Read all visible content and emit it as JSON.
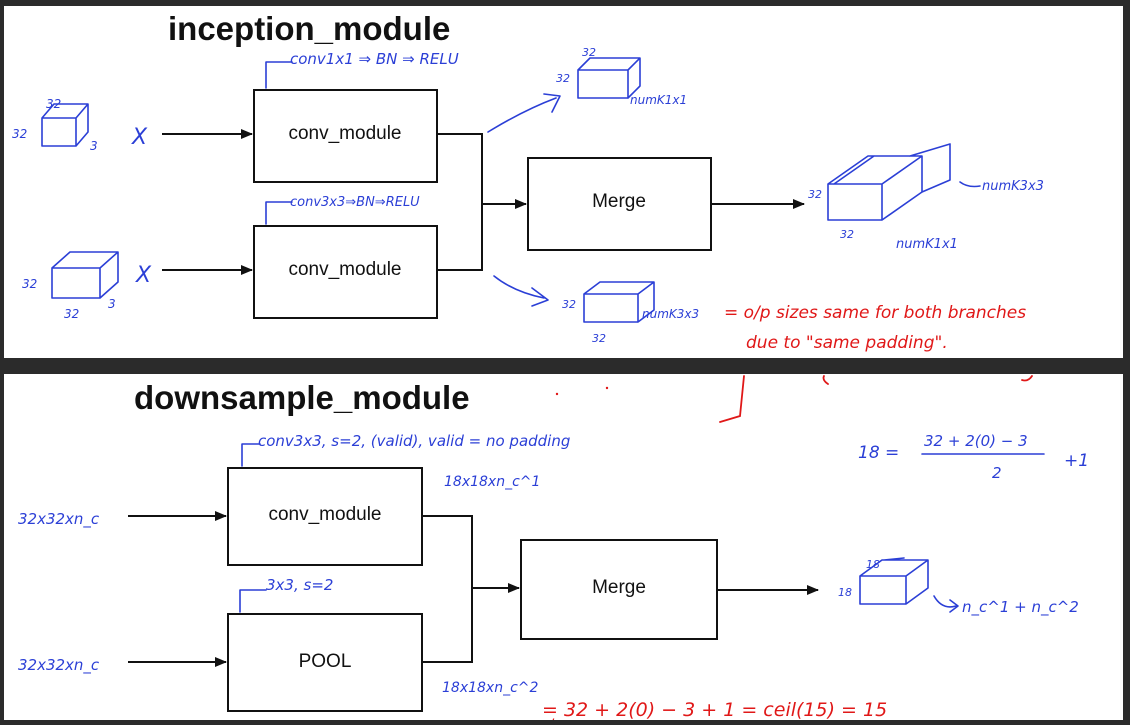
{
  "top": {
    "title": "inception_module",
    "box1": "conv_module",
    "box2": "conv_module",
    "merge": "Merge",
    "note_conv1": "conv1x1 ⇒ BN ⇒ RELU",
    "note_conv3": "conv3x3⇒BN⇒RELU",
    "input1_x": "X",
    "input2_x": "X",
    "cube_in1_top": "32",
    "cube_in1_left": "32",
    "cube_in1_depth": "3",
    "cube_in2_left": "32",
    "cube_in2_bottom": "32",
    "cube_in2_depth": "3",
    "cube_b1_top": "32",
    "cube_b1_left": "32",
    "cube_b1_depth": "numK1x1",
    "cube_b2_left": "32",
    "cube_b2_bottom": "32",
    "cube_b2_depth": "numK3x3",
    "cube_out_left": "32",
    "cube_out_bottom": "32",
    "cube_out_right": "numK3x3",
    "cube_out_mid": "numK1x1",
    "red_note_line1": "= o/p sizes same for both branches",
    "red_note_line2": "due to \"same padding\"."
  },
  "bottom": {
    "title": "downsample_module",
    "box1": "conv_module",
    "box2": "POOL",
    "merge": "Merge",
    "note_conv": "conv3x3, s=2, (valid), valid = no padding",
    "note_pool": "3x3, s=2",
    "input1": "32x32xn_c",
    "input2": "32x32xn_c",
    "out1": "18x18xn_c^1",
    "out2": "18x18xn_c^2",
    "formula_lhs": "18 =",
    "formula_num": "32 + 2(0) − 3",
    "formula_den": "2",
    "formula_plus": "+1",
    "cube_top": "18",
    "cube_left": "18",
    "cube_right": "n_c^1 + n_c^2",
    "red_formula": "= 32 + 2(0) − 3 + 1   = ceil(15) = 15"
  }
}
